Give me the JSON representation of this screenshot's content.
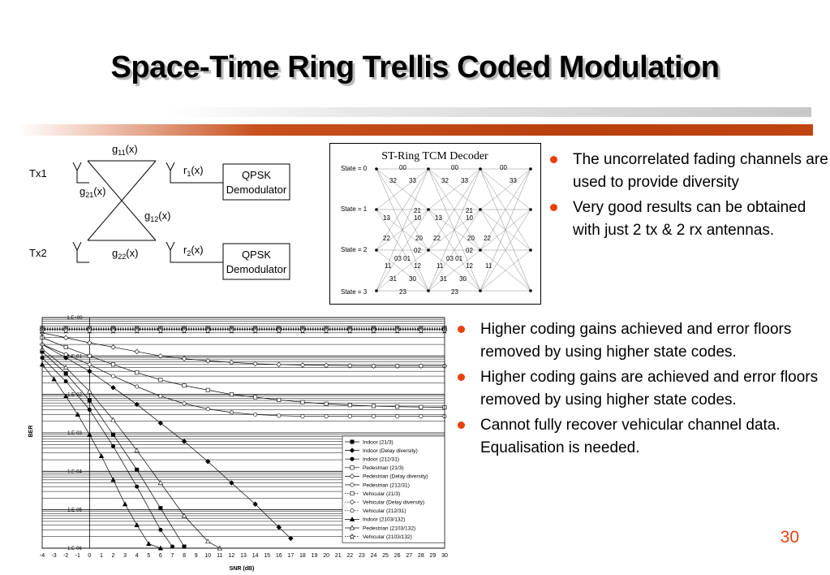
{
  "slide": {
    "title": "Space-Time Ring Trellis Coded Modulation",
    "page_number": "30",
    "accent_color": "#e8400c",
    "bullets_top": [
      "The uncorrelated fading channels are used to provide diversity",
      "Very good results can be obtained with just 2 tx & 2 rx antennas."
    ],
    "bullets_bottom": [
      "Higher coding gains achieved and error floors removed by using higher state codes.",
      "Higher coding gains are achieved and error floors removed by using higher state codes.",
      "Cannot fully recover vehicular channel data.  Equalisation is needed."
    ]
  },
  "channel_diagram": {
    "tx1": "Tx1",
    "tx2": "Tx2",
    "g11": "11",
    "g12": "12",
    "g21": "21",
    "g22": "22",
    "r1": "1",
    "r2": "2",
    "demod_line1": "QPSK",
    "demod_line2": "Demodulator"
  },
  "trellis": {
    "title": "ST-Ring TCM Decoder",
    "states": [
      "State = 0",
      "State = 1",
      "State = 2",
      "State = 3"
    ],
    "labels": {
      "s0_top": [
        "00",
        "00",
        "00"
      ],
      "s0_mid": [
        "32",
        "33",
        "32",
        "33",
        "33"
      ],
      "s1_top": [
        "21",
        "21"
      ],
      "s1_mid": [
        "13",
        "10",
        "13",
        "10"
      ],
      "s2_top": [
        "22",
        "20",
        "22",
        "20",
        "22"
      ],
      "s2_mid": [
        "02",
        "02"
      ],
      "s2_low": [
        "03 01",
        "03 01"
      ],
      "s3_top": [
        "11",
        "12",
        "11",
        "12",
        "11"
      ],
      "s3_mid": [
        "31",
        "30",
        "31",
        "30"
      ],
      "s3_low": [
        "23",
        "23"
      ]
    }
  },
  "chart_data": {
    "type": "line",
    "title": "",
    "xlabel": "SNR (dB)",
    "ylabel": "BER",
    "xlim": [
      -4,
      30
    ],
    "ylim": [
      1e-06,
      1
    ],
    "log_y": true,
    "x_ticks": [
      "-4",
      "-3",
      "-2",
      "-1",
      "0",
      "1",
      "2",
      "3",
      "4",
      "5",
      "6",
      "7",
      "8",
      "9",
      "10",
      "11",
      "12",
      "13",
      "14",
      "15",
      "16",
      "17",
      "18",
      "19",
      "20",
      "21",
      "22",
      "23",
      "24",
      "25",
      "26",
      "27",
      "28",
      "29",
      "30"
    ],
    "y_ticks": [
      "1.E-06",
      "1.E-05",
      "1.E-04",
      "1.E-03",
      "1.E-02",
      "1.E-01",
      "1.E+00"
    ],
    "legend_position": "bottom-right",
    "series": [
      {
        "name": "Indoor (21/3)",
        "marker": "square-filled",
        "dash": "solid",
        "x": [
          -4,
          -2,
          0,
          2,
          4,
          6,
          8
        ],
        "y": [
          0.13,
          0.035,
          0.007,
          0.0009,
          0.00011,
          1.1e-05,
          1.1e-06
        ]
      },
      {
        "name": "Indoor (Delay diversity)",
        "marker": "diamond-filled",
        "dash": "solid",
        "x": [
          -4,
          -2,
          0,
          2,
          4,
          6,
          8,
          10,
          12,
          14,
          16,
          17
        ],
        "y": [
          0.2,
          0.09,
          0.04,
          0.015,
          0.0055,
          0.0018,
          0.0006,
          0.00018,
          5e-05,
          1.4e-05,
          3.5e-06,
          1.8e-06
        ]
      },
      {
        "name": "Indoor (212/31)",
        "marker": "circle-filled",
        "dash": "solid",
        "x": [
          -4,
          -2,
          0,
          2,
          4,
          6,
          7
        ],
        "y": [
          0.09,
          0.022,
          0.004,
          0.00045,
          4e-05,
          3e-06,
          1.1e-06
        ]
      },
      {
        "name": "Pedestrian (21/3)",
        "marker": "square-open",
        "dash": "solid",
        "x": [
          -4,
          -2,
          0,
          2,
          4,
          6,
          8,
          10,
          12,
          14,
          16,
          18,
          20,
          22,
          24,
          26,
          28,
          30
        ],
        "y": [
          0.3,
          0.17,
          0.1,
          0.06,
          0.037,
          0.024,
          0.017,
          0.013,
          0.01,
          0.0085,
          0.0072,
          0.0063,
          0.0057,
          0.0053,
          0.005,
          0.0048,
          0.0047,
          0.0046
        ]
      },
      {
        "name": "Pedestrian (Delay diversity)",
        "marker": "diamond-open",
        "dash": "solid",
        "x": [
          -4,
          -2,
          0,
          2,
          4,
          6,
          8,
          10,
          12,
          14,
          16,
          18,
          20,
          22,
          24,
          26,
          28,
          30
        ],
        "y": [
          0.4,
          0.3,
          0.22,
          0.17,
          0.13,
          0.1,
          0.085,
          0.075,
          0.068,
          0.063,
          0.06,
          0.058,
          0.057,
          0.056,
          0.055,
          0.055,
          0.055,
          0.055
        ]
      },
      {
        "name": "Pedestrian (212/31)",
        "marker": "circle-open",
        "dash": "solid",
        "x": [
          -4,
          -2,
          0,
          2,
          4,
          6,
          8,
          10,
          12,
          14,
          16,
          18,
          20,
          22,
          24,
          26,
          28,
          30
        ],
        "y": [
          0.2,
          0.11,
          0.06,
          0.03,
          0.016,
          0.009,
          0.0058,
          0.0042,
          0.0034,
          0.003,
          0.0028,
          0.0027,
          0.0027,
          0.0027,
          0.0027,
          0.0027,
          0.0027,
          0.0027
        ]
      },
      {
        "name": "Vehicular (21/3)",
        "marker": "square-open",
        "dash": "dotted",
        "x": [
          -4,
          -2,
          0,
          2,
          4,
          6,
          8,
          10,
          12,
          14,
          16,
          18,
          20,
          22,
          24,
          26,
          28,
          30
        ],
        "y": [
          0.5,
          0.5,
          0.5,
          0.5,
          0.5,
          0.5,
          0.5,
          0.5,
          0.5,
          0.5,
          0.5,
          0.5,
          0.5,
          0.5,
          0.5,
          0.5,
          0.5,
          0.5
        ]
      },
      {
        "name": "Vehicular (Delay diversity)",
        "marker": "diamond-open",
        "dash": "dotted",
        "x": [
          -4,
          -2,
          0,
          2,
          4,
          6,
          8,
          10,
          12,
          14,
          16,
          18,
          20,
          22,
          24,
          26,
          28,
          30
        ],
        "y": [
          0.5,
          0.5,
          0.5,
          0.5,
          0.5,
          0.5,
          0.5,
          0.5,
          0.5,
          0.5,
          0.5,
          0.5,
          0.5,
          0.5,
          0.5,
          0.5,
          0.5,
          0.5
        ]
      },
      {
        "name": "Vehicular (212/31)",
        "marker": "circle-open",
        "dash": "dotted",
        "x": [
          -4,
          -2,
          0,
          2,
          4,
          6,
          8,
          10,
          12,
          14,
          16,
          18,
          20,
          22,
          24,
          26,
          28,
          30
        ],
        "y": [
          0.5,
          0.5,
          0.5,
          0.5,
          0.5,
          0.5,
          0.5,
          0.5,
          0.5,
          0.5,
          0.5,
          0.5,
          0.5,
          0.5,
          0.5,
          0.5,
          0.5,
          0.5
        ]
      },
      {
        "name": "Indoor (2103/132)",
        "marker": "triangle-filled",
        "dash": "solid",
        "x": [
          -4,
          -3,
          -2,
          -1,
          0,
          1,
          2,
          3,
          4,
          5,
          6
        ],
        "y": [
          0.06,
          0.025,
          0.009,
          0.003,
          0.0009,
          0.00025,
          6e-05,
          1.4e-05,
          4e-06,
          1.3e-06,
          1e-06
        ]
      },
      {
        "name": "Pedestrian (2103/132)",
        "marker": "triangle-open",
        "dash": "solid",
        "x": [
          -4,
          -2,
          0,
          2,
          4,
          6,
          8,
          10,
          11
        ],
        "y": [
          0.15,
          0.05,
          0.012,
          0.0022,
          0.00035,
          5e-05,
          7e-06,
          1.5e-06,
          1e-06
        ]
      },
      {
        "name": "Vehicular (2103/132)",
        "marker": "star-open",
        "dash": "dotted",
        "x": [
          -4,
          -2,
          0,
          2,
          4,
          6,
          8,
          10,
          12,
          14,
          16,
          18,
          20,
          22,
          24,
          26,
          28,
          30
        ],
        "y": [
          0.5,
          0.5,
          0.5,
          0.5,
          0.5,
          0.5,
          0.5,
          0.5,
          0.5,
          0.5,
          0.5,
          0.5,
          0.5,
          0.5,
          0.5,
          0.5,
          0.5,
          0.5
        ]
      }
    ]
  }
}
